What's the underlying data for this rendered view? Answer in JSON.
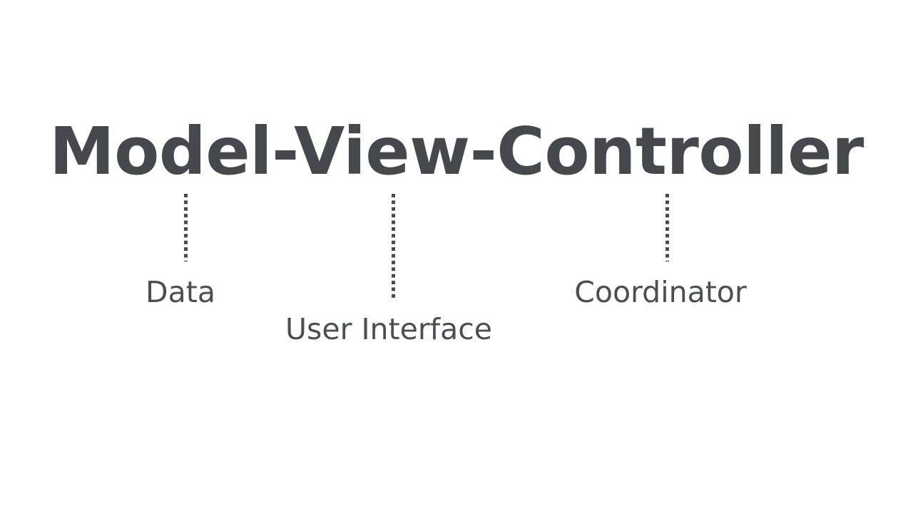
{
  "slide": {
    "background_color": "#ffffff",
    "title": {
      "text": "Model-View-Controller",
      "color": "#45494d"
    },
    "parts": [
      {
        "term": "Model",
        "label": "Data",
        "connector": "dotted-vertical-line",
        "connector_color": "#4a4a4a"
      },
      {
        "term": "View",
        "label": "User Interface",
        "connector": "dotted-vertical-line",
        "connector_color": "#4a4a4a"
      },
      {
        "term": "Controller",
        "label": "Coordinator",
        "connector": "dotted-vertical-line",
        "connector_color": "#4a4a4a"
      }
    ],
    "label_color": "#4a4f54"
  }
}
